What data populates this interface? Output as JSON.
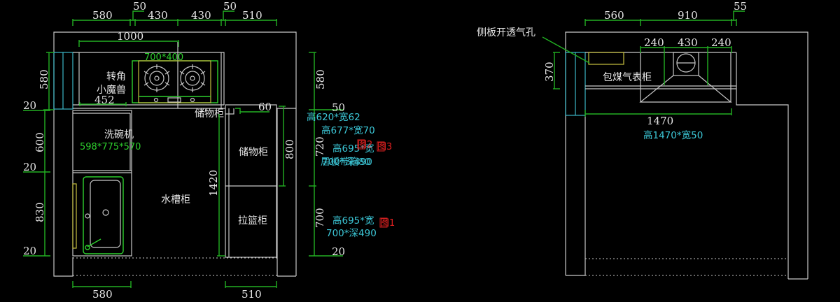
{
  "left_elevation": {
    "top_dims": [
      "580",
      "50",
      "430",
      "430",
      "50",
      "510"
    ],
    "dim_1000": "1000",
    "hob_size": "700*400",
    "corner_label_1": "转角",
    "corner_label_2": "小魔兽",
    "dim_452": "452",
    "left_vertical_dims": {
      "d580": "580",
      "d20a": "20",
      "d600": "600",
      "d20b": "20",
      "d830": "830",
      "d20c": "20"
    },
    "dishwasher_label": "洗碗机",
    "dishwasher_size": "598*775*570",
    "sink_cabinet_label": "水槽柜",
    "small_storage_label": "储物柜",
    "dim_60": "60",
    "storage_cabinet_label": "储物柜",
    "basket_cabinet_label": "拉篮柜",
    "dim_1420": "1420",
    "dim_800": "800",
    "right_vertical_dims": {
      "d580": "580",
      "d50": "50",
      "d720": "720",
      "d700": "700",
      "d20": "20"
    },
    "bottom_dims": [
      "580",
      "510"
    ],
    "annotations": {
      "a1": "高620*宽62",
      "a2": "高677*宽70",
      "a3": "高695*宽",
      "a4": "700*深490",
      "a4_overlap": "居板带箱80",
      "a5": "高695*宽",
      "a6": "700*深490"
    },
    "figure_tags": {
      "fig1": "图1",
      "fig2": "图2",
      "fig3": "图3"
    }
  },
  "right_elevation": {
    "top_dims": [
      "560",
      "910",
      "55"
    ],
    "vent_note": "侧板开透气孔",
    "hood_dims": [
      "240",
      "430",
      "240"
    ],
    "dim_370": "370",
    "meter_cabinet_label": "包煤气表柜",
    "dim_1470": "1470",
    "panel_size": "高1470*宽50"
  }
}
